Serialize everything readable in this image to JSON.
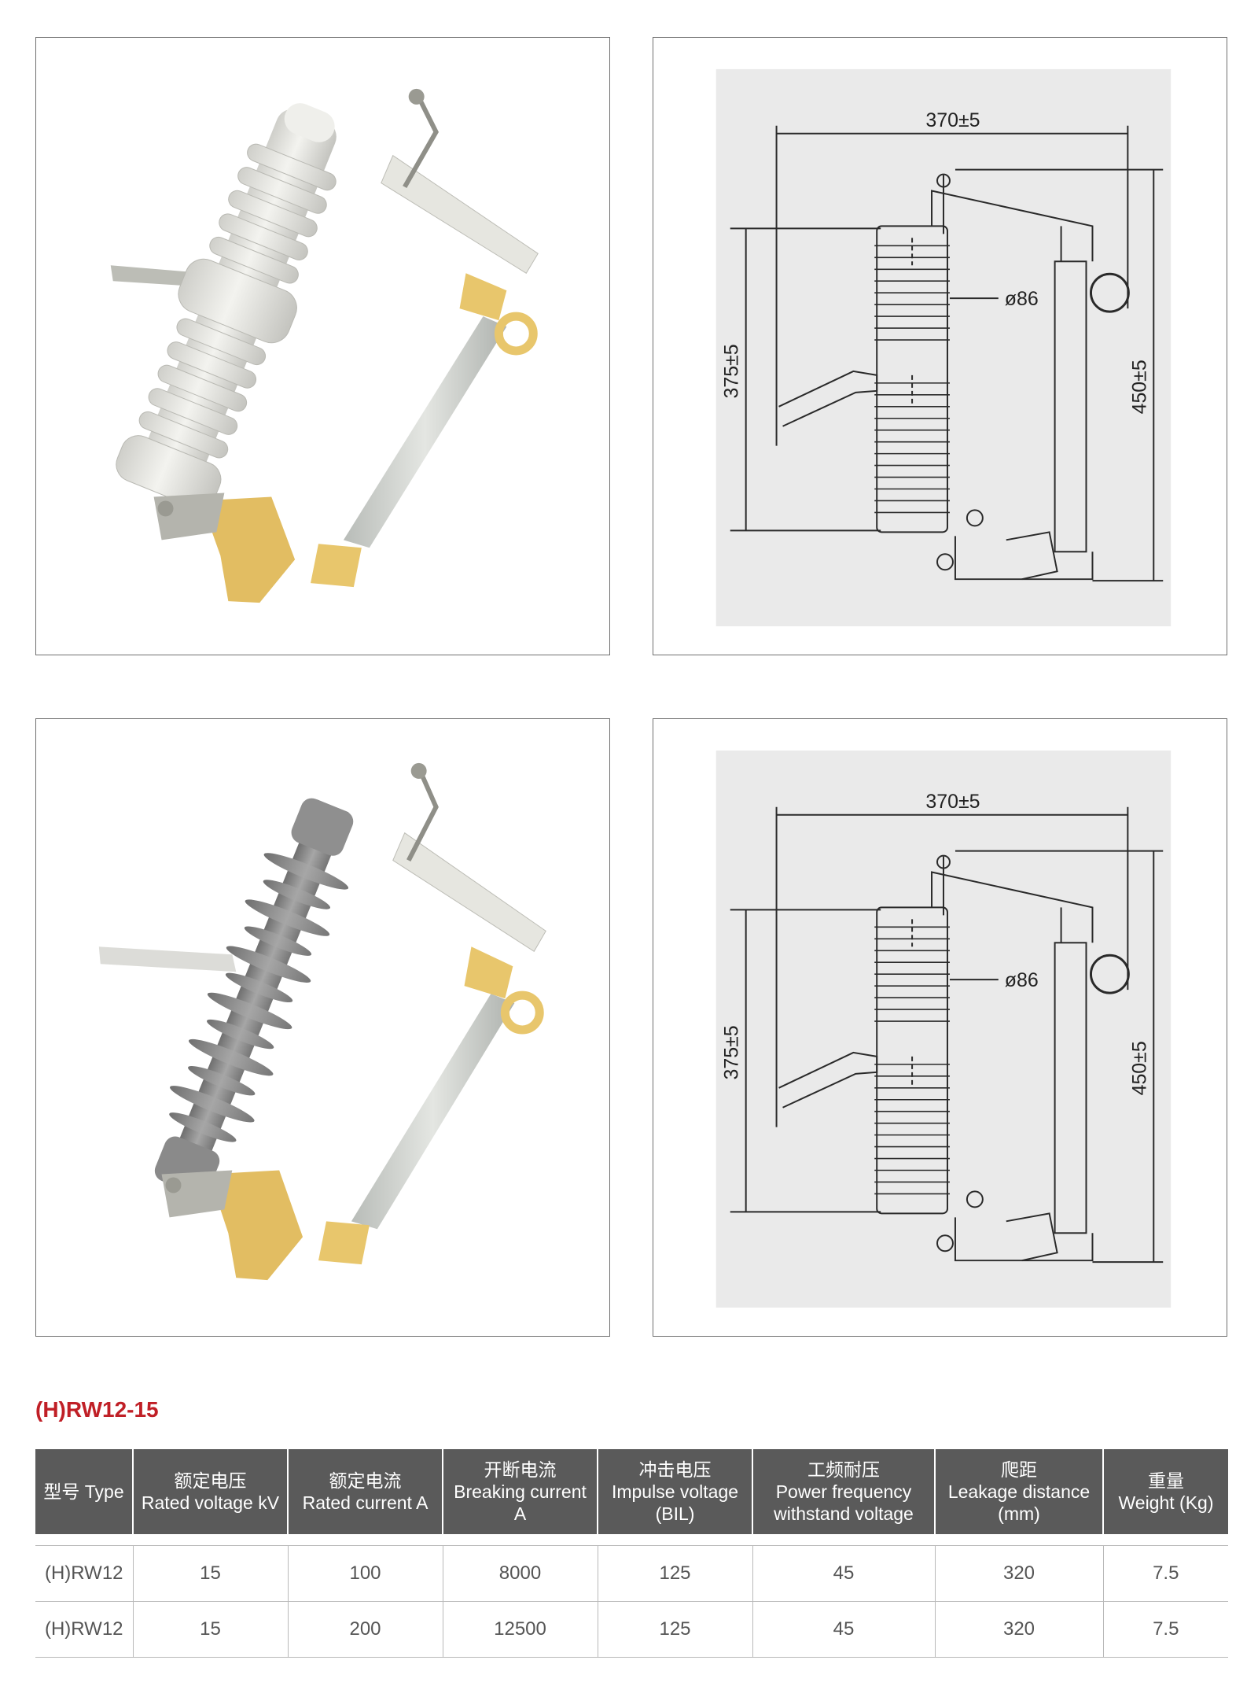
{
  "drawings": {
    "width_dim": "370±5",
    "insulator_height_dim": "375±5",
    "total_height_dim": "450±5",
    "diameter_dim": "ø86"
  },
  "product": {
    "model": "(H)RW12-15"
  },
  "table": {
    "headers": [
      {
        "zh": "型号 Type",
        "en": "",
        "en2": ""
      },
      {
        "zh": "额定电压",
        "en": "Rated voltage kV",
        "en2": ""
      },
      {
        "zh": "额定电流",
        "en": "Rated current A",
        "en2": ""
      },
      {
        "zh": "开断电流",
        "en": "Breaking current",
        "en2": "A"
      },
      {
        "zh": "冲击电压",
        "en": "Impulse voltage",
        "en2": "(BIL)"
      },
      {
        "zh": "工频耐压",
        "en": "Power frequency",
        "en2": "withstand voltage"
      },
      {
        "zh": "爬距",
        "en": "Leakage distance",
        "en2": "(mm)"
      },
      {
        "zh": "重量",
        "en": "Weight (Kg)",
        "en2": ""
      }
    ],
    "rows": [
      [
        "(H)RW12",
        "15",
        "100",
        "8000",
        "125",
        "45",
        "320",
        "7.5"
      ],
      [
        "(H)RW12",
        "15",
        "200",
        "12500",
        "125",
        "45",
        "320",
        "7.5"
      ]
    ]
  },
  "colors": {
    "accent_red": "#c01f26",
    "header_gray": "#5a5a5a",
    "porcelain_white": "#e9e9e4",
    "polymer_gray": "#8e8e8e",
    "brass_yellow": "#e8c66c"
  }
}
